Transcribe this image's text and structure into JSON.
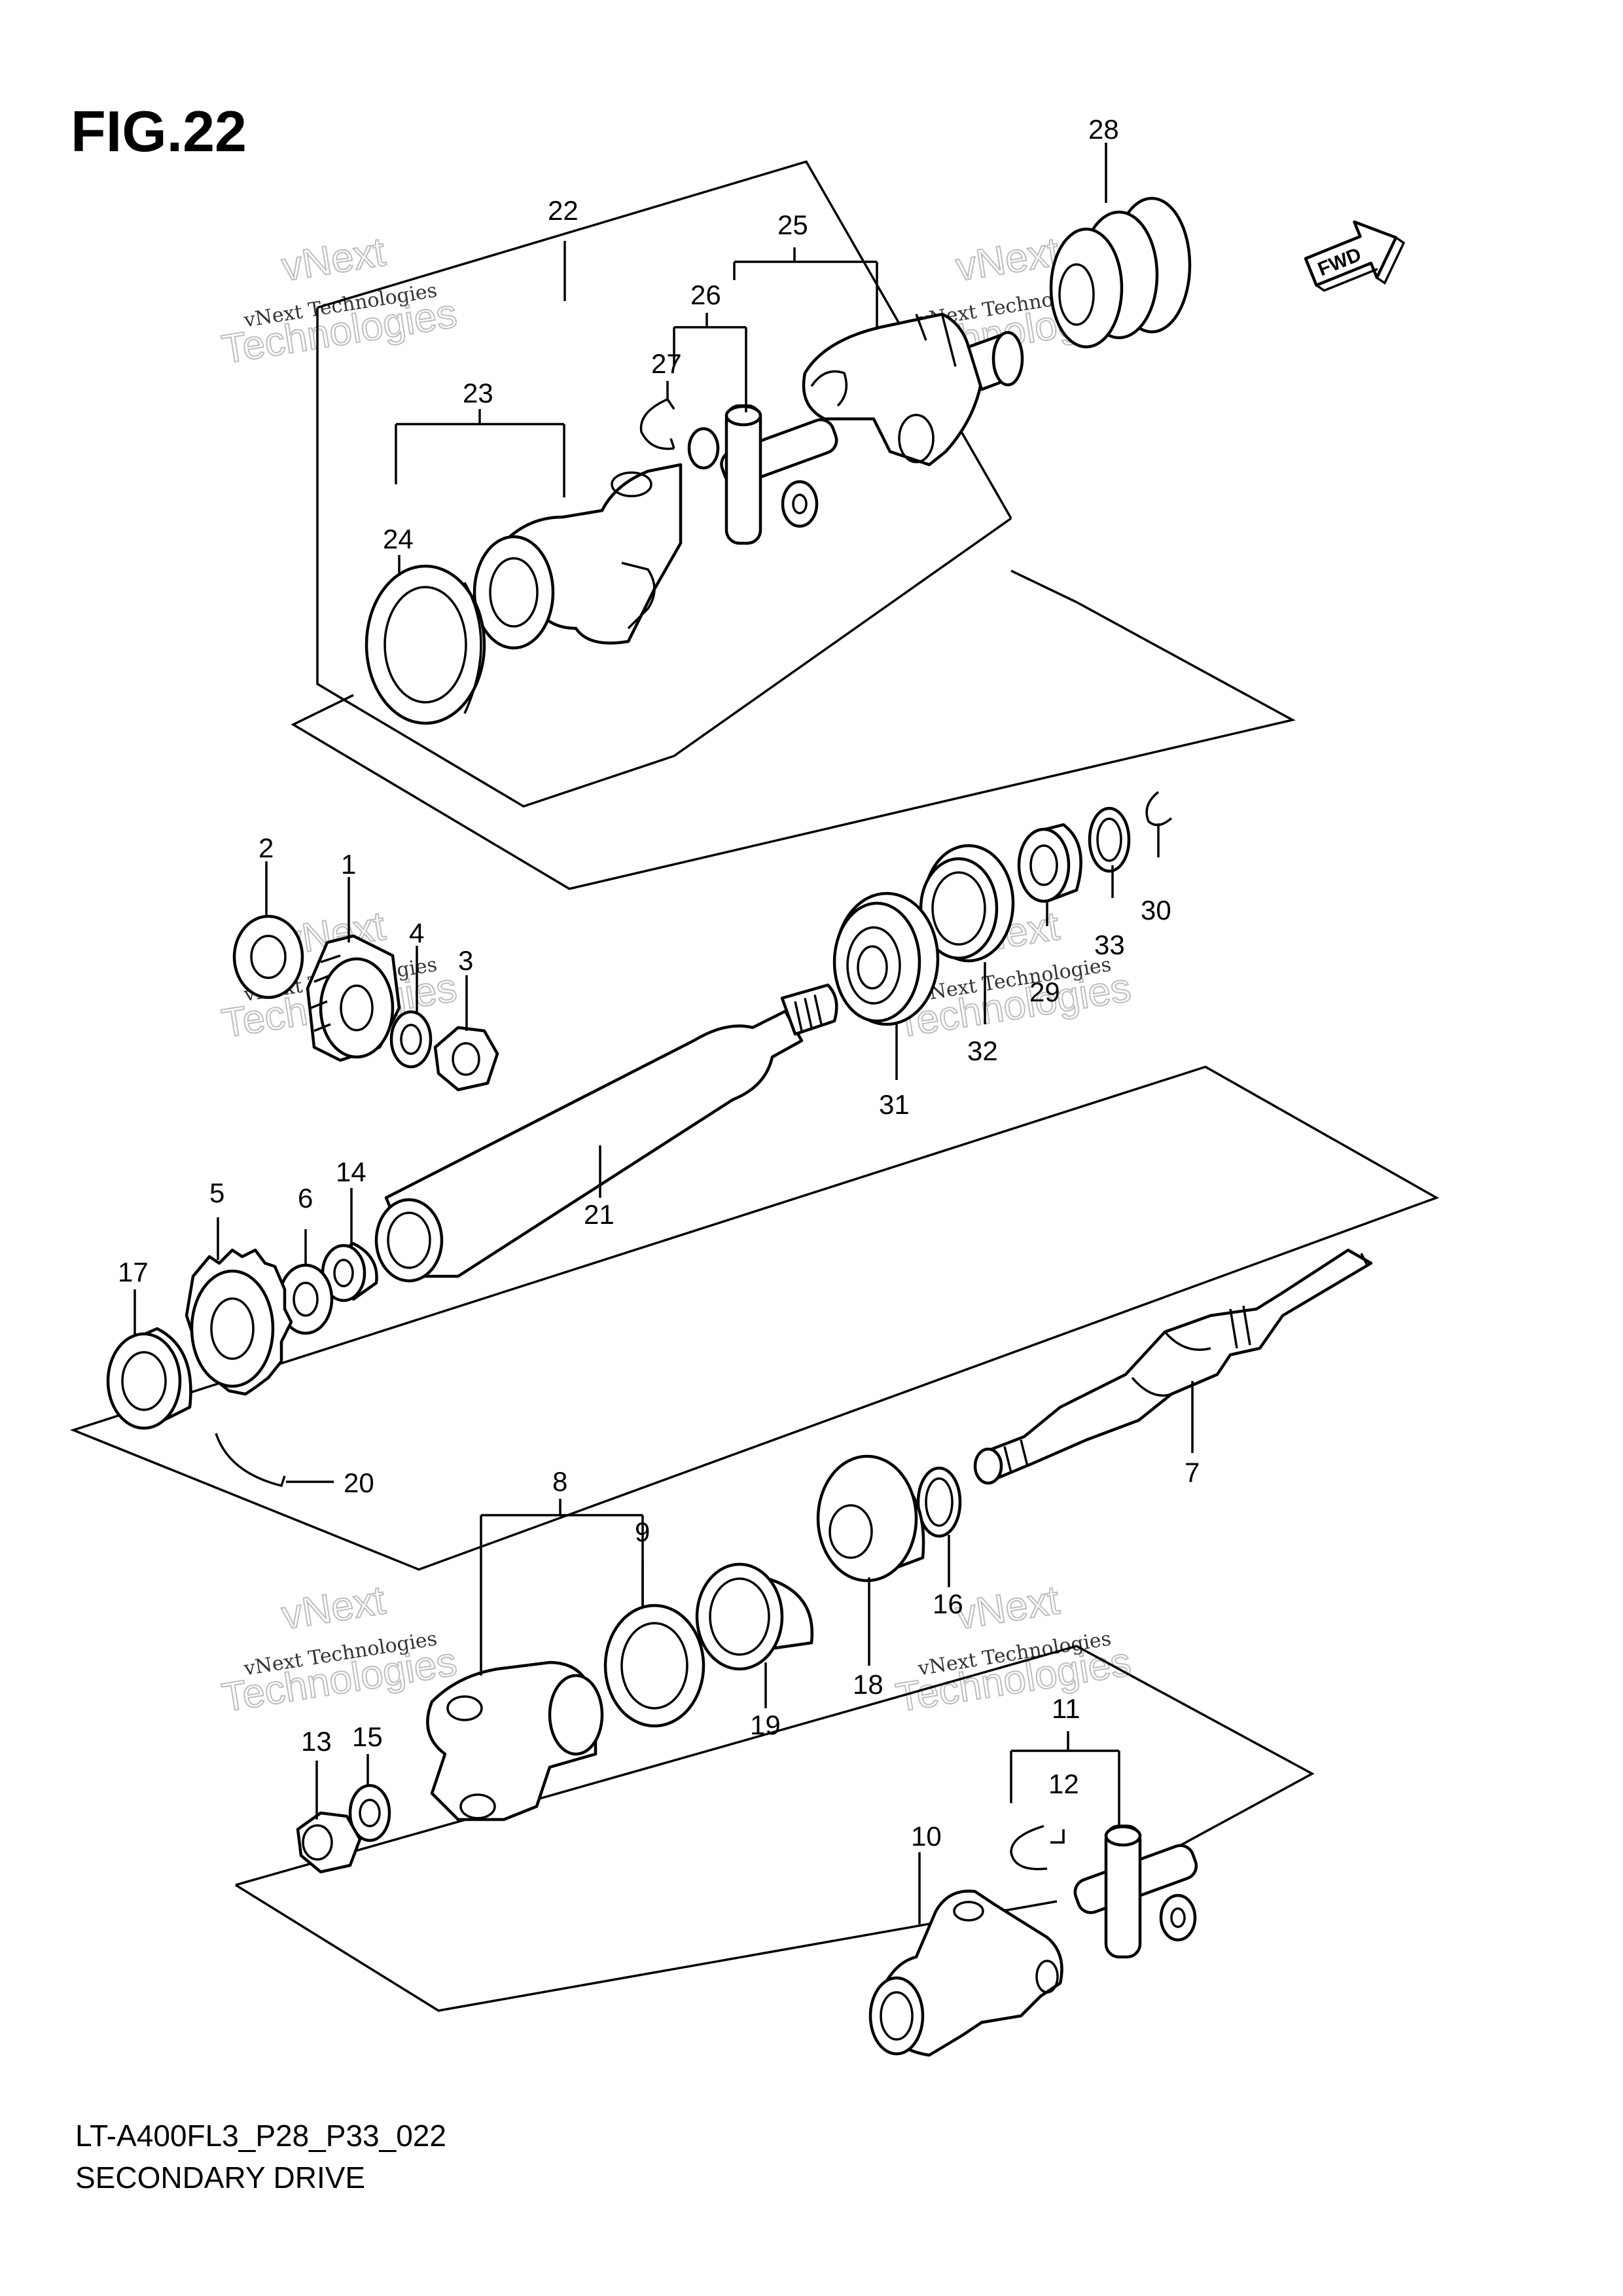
{
  "figure_title": "FIG.22",
  "footer": {
    "model_code": "LT-A400FL3_P28_P33_022",
    "section_name": "SECONDARY DRIVE"
  },
  "direction_badge": "FWD",
  "watermark": {
    "line1": "vNext Technologies",
    "line2": "vNext",
    "line3": "Technologies"
  },
  "callouts": [
    "1",
    "2",
    "3",
    "4",
    "5",
    "6",
    "7",
    "8",
    "9",
    "10",
    "11",
    "12",
    "13",
    "14",
    "15",
    "16",
    "17",
    "18",
    "19",
    "20",
    "21",
    "22",
    "23",
    "24",
    "25",
    "26",
    "27",
    "28",
    "29",
    "30",
    "31",
    "32",
    "33"
  ]
}
